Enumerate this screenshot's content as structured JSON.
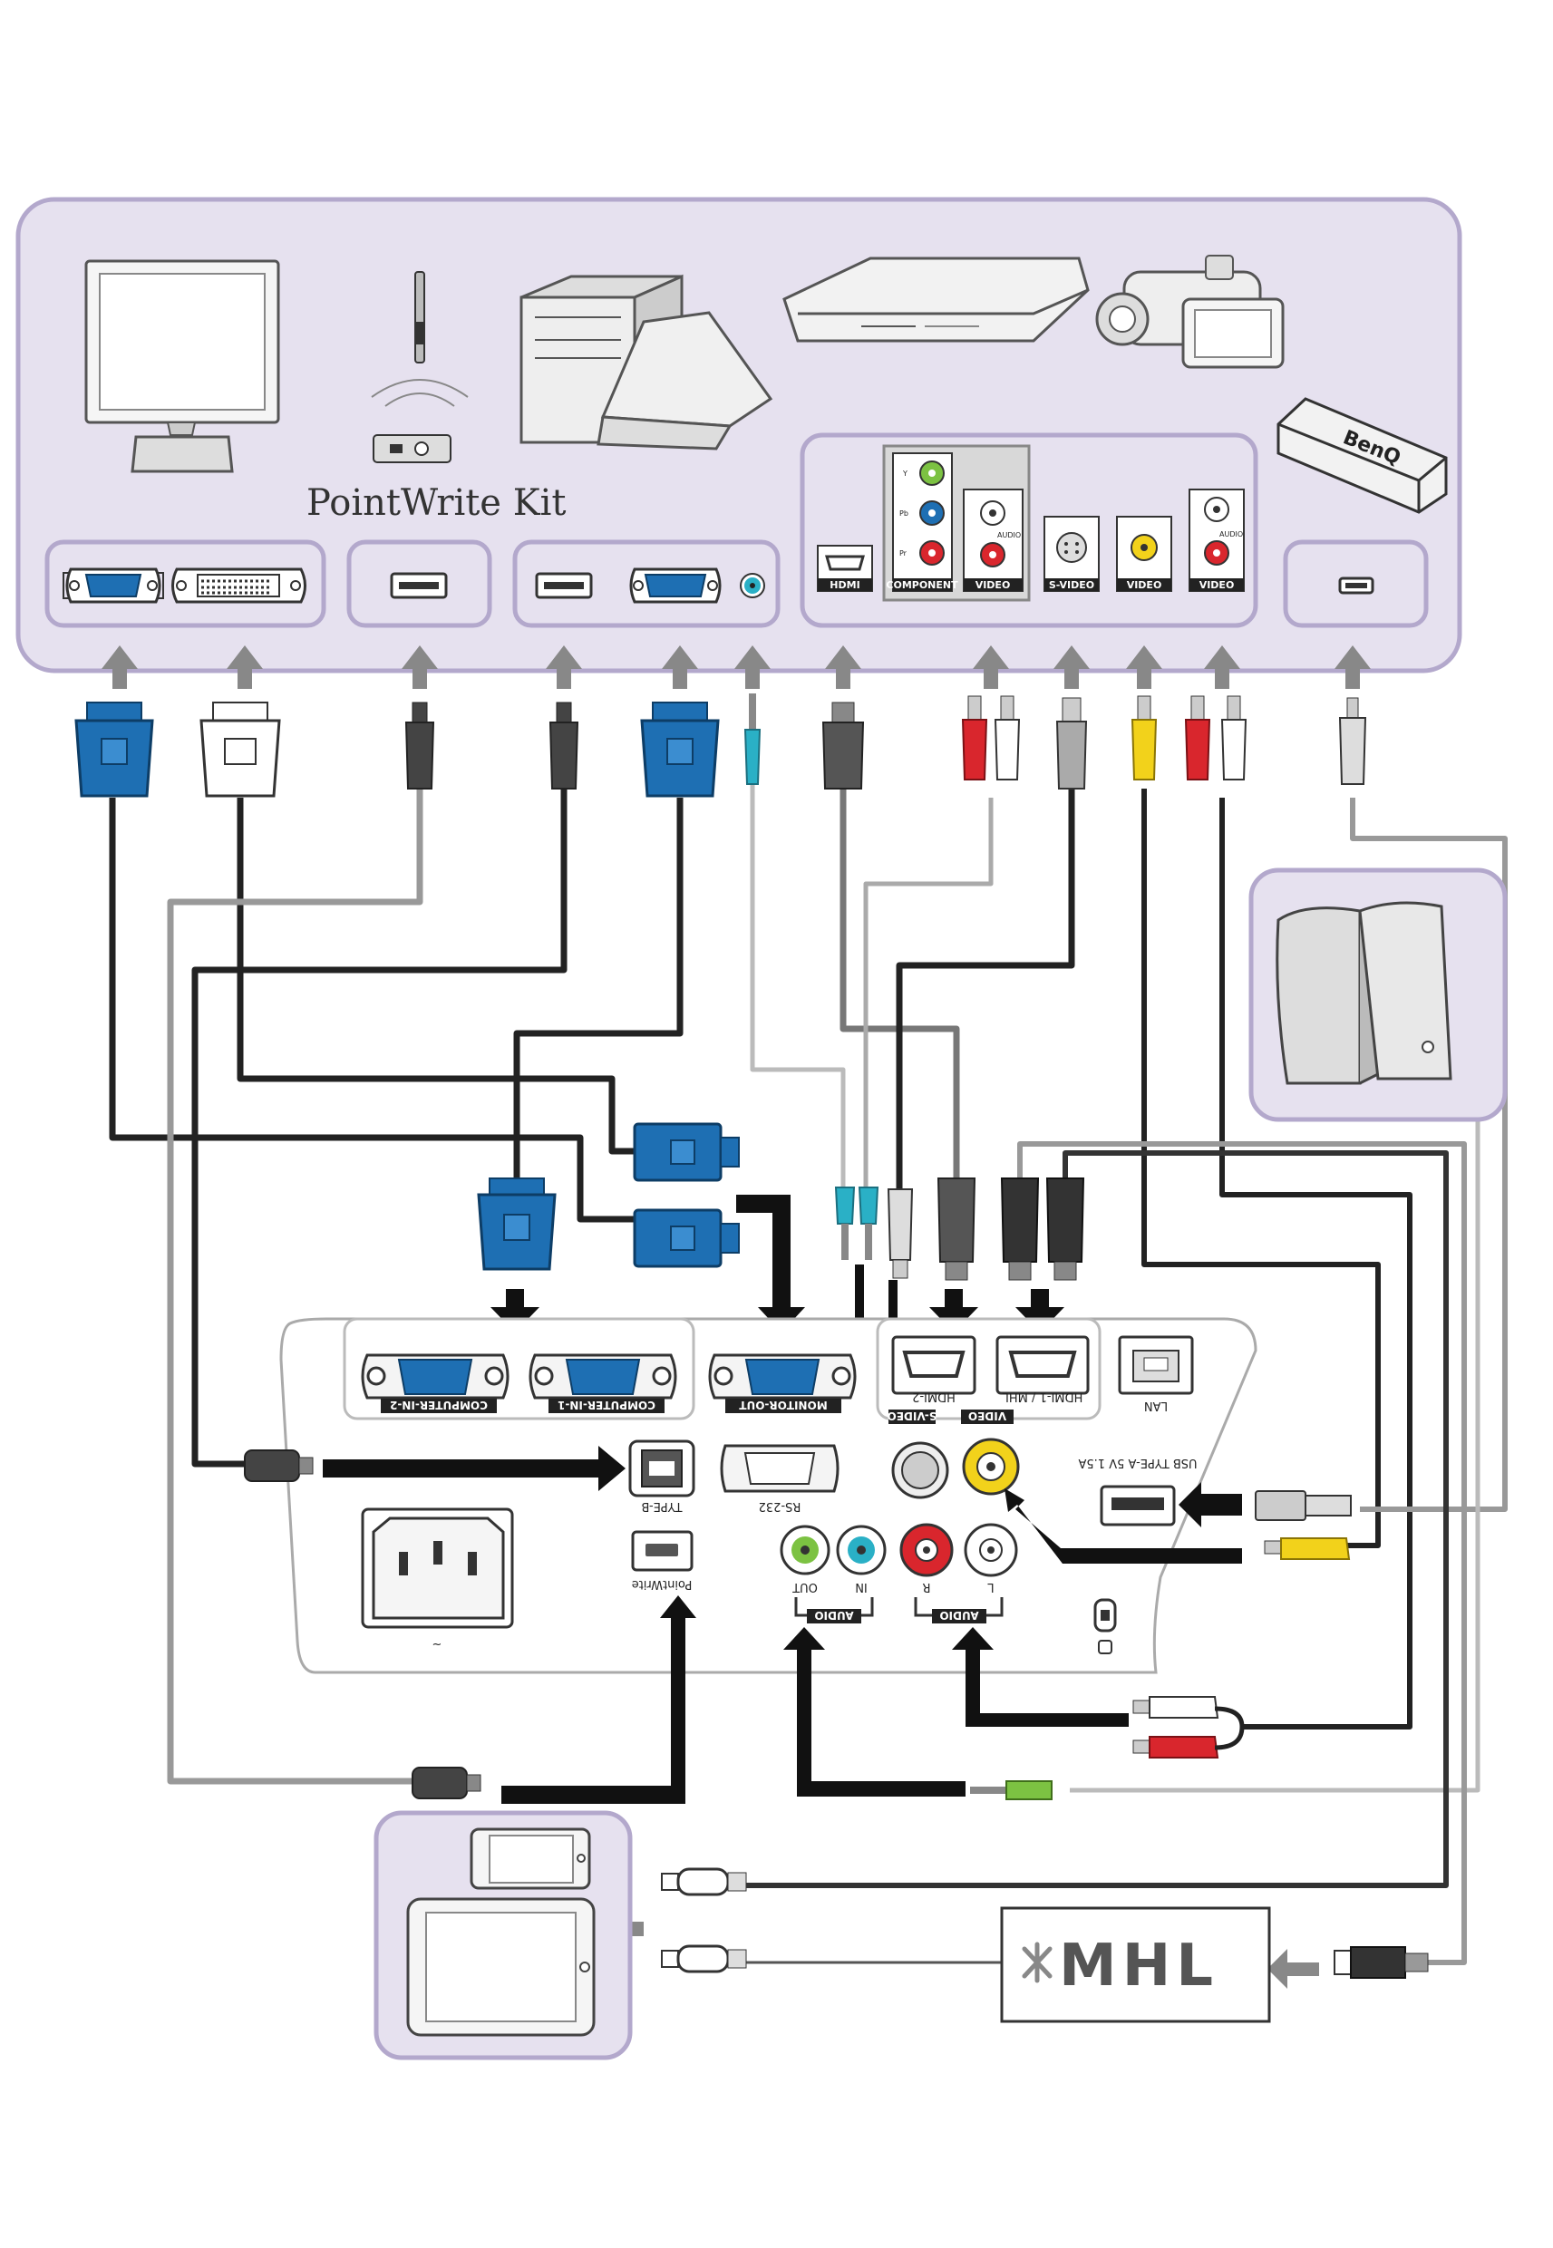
{
  "devices_panel": {
    "pointwrite_label": "PointWrite Kit",
    "source_port_labels": {
      "hdmi": "HDMI",
      "component": "COMPONENT",
      "component_y": "Y",
      "component_pb": "Pb",
      "component_pr": "Pr",
      "video1": "VIDEO",
      "audio": "AUDIO",
      "svideo": "S-VIDEO",
      "video2": "VIDEO",
      "video3": "VIDEO",
      "audio2": "AUDIO"
    },
    "dongle_brand": "BenQ"
  },
  "projector_panel": {
    "ports": {
      "computer_in_2": "COMPUTER-IN-2",
      "computer_in_1": "COMPUTER-IN-1",
      "monitor_out": "MONITOR-OUT",
      "hdmi_2": "HDMI-2",
      "hdmi_1_mhl": "HDMI-1 / MHL",
      "lan": "LAN",
      "type_b": "TYPE-B",
      "rs232": "RS-232",
      "s_video": "S-VIDEO",
      "video": "VIDEO",
      "usb_type_a": "USB TYPE-A 5V 1.5A",
      "pointwrite": "PointWrite",
      "audio_out": "OUT",
      "audio_in": "IN",
      "audio_label_1": "AUDIO",
      "audio_r": "R",
      "audio_l": "L",
      "audio_label_2": "AUDIO",
      "power_symbol": "~"
    }
  },
  "mhl_adapter": {
    "label": "MHL"
  },
  "colors": {
    "panel_fill": "#e6e1ef",
    "panel_stroke": "#b3a8cc",
    "vga_blue": "#1e6fb3",
    "cable_dark": "#333333",
    "cable_gray": "#999999",
    "arrow_black": "#111111",
    "arrow_gray": "#888888",
    "rca_red": "#d9262d",
    "rca_yellow": "#f2d21b",
    "audio_green": "#7cc242",
    "audio_teal": "#2ab0c6"
  }
}
